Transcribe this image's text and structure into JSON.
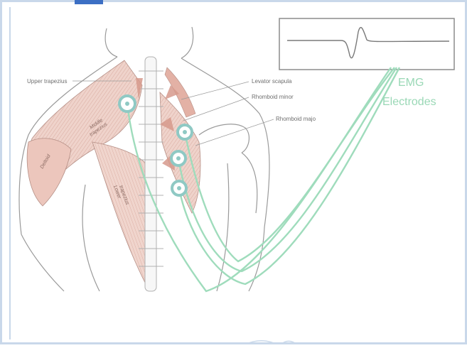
{
  "labels": {
    "upper_trapezius": "Upper trapezius",
    "levator_scapula": "Levator scapula",
    "rhomboid_minor": "Rhomboid minor",
    "rhomboid_major": "Rhomboid majo",
    "middle_trapezius_1": "Middle",
    "middle_trapezius_2": "trapezius",
    "lower_trapezius_1": "Lower",
    "lower_trapezius_2": "trapezius",
    "deltoid": "Deltoid"
  },
  "emg_title": {
    "line1": "EMG",
    "line2": "Electrodes"
  },
  "colors": {
    "frame_border": "#c9d8ea",
    "wire": "#9fdcbc",
    "electrode": "#8fc9c4",
    "muscle": "#e6c2b8",
    "outline": "#8c8c8c",
    "signal": "#7a7a7a"
  },
  "electrode_count": 4,
  "wire_count": 4
}
